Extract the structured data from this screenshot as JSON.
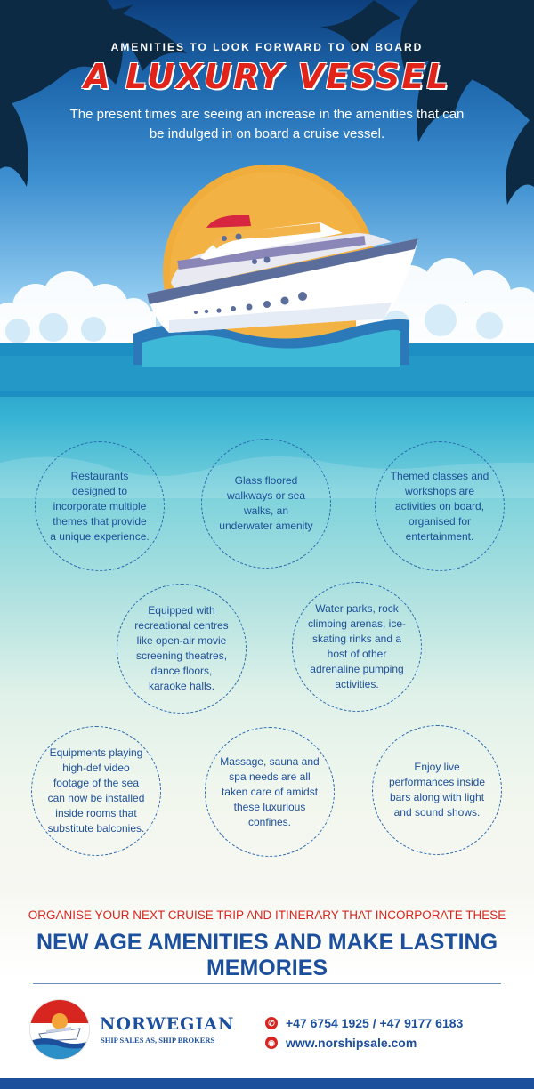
{
  "header": {
    "subtitle": "AMENITIES TO LOOK FORWARD TO ON BOARD",
    "title": "A LUXURY VESSEL",
    "intro": "The present times are seeing an increase in the amenities that can be indulged in on board a cruise vessel."
  },
  "amenities": [
    "Restaurants designed to incorporate multiple themes that provide a unique experience.",
    "Glass floored walkways or sea walks, an underwater amenity",
    "Themed classes and workshops are activities on board, organised for entertainment.",
    "Equipped with recreational centres like open-air movie screening theatres, dance floors, karaoke halls.",
    "Water parks, rock climbing arenas, ice-skating rinks and a host of other adrenaline pumping activities.",
    "Equipments playing high-def video footage of the sea can now be installed inside rooms that substitute balconies.",
    "Massage, sauna and spa needs are all taken care of amidst these luxurious confines.",
    "Enjoy live performances inside bars along with light and sound shows."
  ],
  "cta": {
    "line1": "ORGANISE YOUR NEXT CRUISE TRIP AND ITINERARY THAT INCORPORATE THESE",
    "line2": "NEW AGE AMENITIES AND MAKE LASTING MEMORIES"
  },
  "footer": {
    "brand": "NORWEGIAN",
    "brand_sub": "SHIP SALES AS, SHIP BROKERS",
    "phone": "+47 6754 1925 / +47 9177 6183",
    "website": "www.norshipsale.com",
    "phone_icon": "phone-icon",
    "web_icon": "globe-icon"
  },
  "colors": {
    "title_red": "#e2231a",
    "text_blue": "#1c4f9c",
    "sun": "#f0ad3c"
  }
}
